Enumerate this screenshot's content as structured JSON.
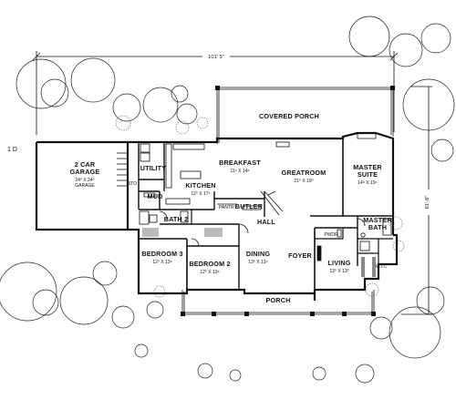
{
  "dimensions": {
    "width": "101' 5\"",
    "depth": "61'-8\""
  },
  "rooms": {
    "covered_porch": "COVERED PORCH",
    "garage_line1": "2 CAR",
    "garage_line2": "GARAGE",
    "garage_dim": "24⁰ X 24⁰",
    "garage_small": "GARAGE",
    "utility": "UTILITY",
    "mud": "MUD",
    "sto": "STO",
    "kitchen": "KITCHEN",
    "kitchen_dim": "12⁰ X 17⁸",
    "breakfast": "BREAKFAST",
    "breakfast_dim": "11⁶ X 14⁸",
    "greatroom": "GREATROOM",
    "greatroom_dim": "21⁰ X 19⁰",
    "master_suite_line1": "MASTER",
    "master_suite_line2": "SUITE",
    "master_suite_dim": "14⁶ X 19⁴",
    "pantry": "PANTRY",
    "butler": "BUTLER",
    "hall": "HALL",
    "bath2": "BATH 2",
    "master_bath_line1": "MASTER",
    "master_bath_line2": "BATH",
    "pwdr": "PWDR",
    "wic": "W.I.C",
    "bedroom3": "BEDROOM 3",
    "bedroom3_dim": "12⁰ X 13⁸",
    "bedroom2": "BEDROOM 2",
    "bedroom2_dim": "12⁰ X 13⁸",
    "dining": "DINING",
    "dining_dim": "13⁰ X 13⁴",
    "foyer": "FOYER",
    "living": "LIVING",
    "living_dim": "13⁰ X 13⁰",
    "porch": "PORCH"
  },
  "reference_mark": "1 D"
}
